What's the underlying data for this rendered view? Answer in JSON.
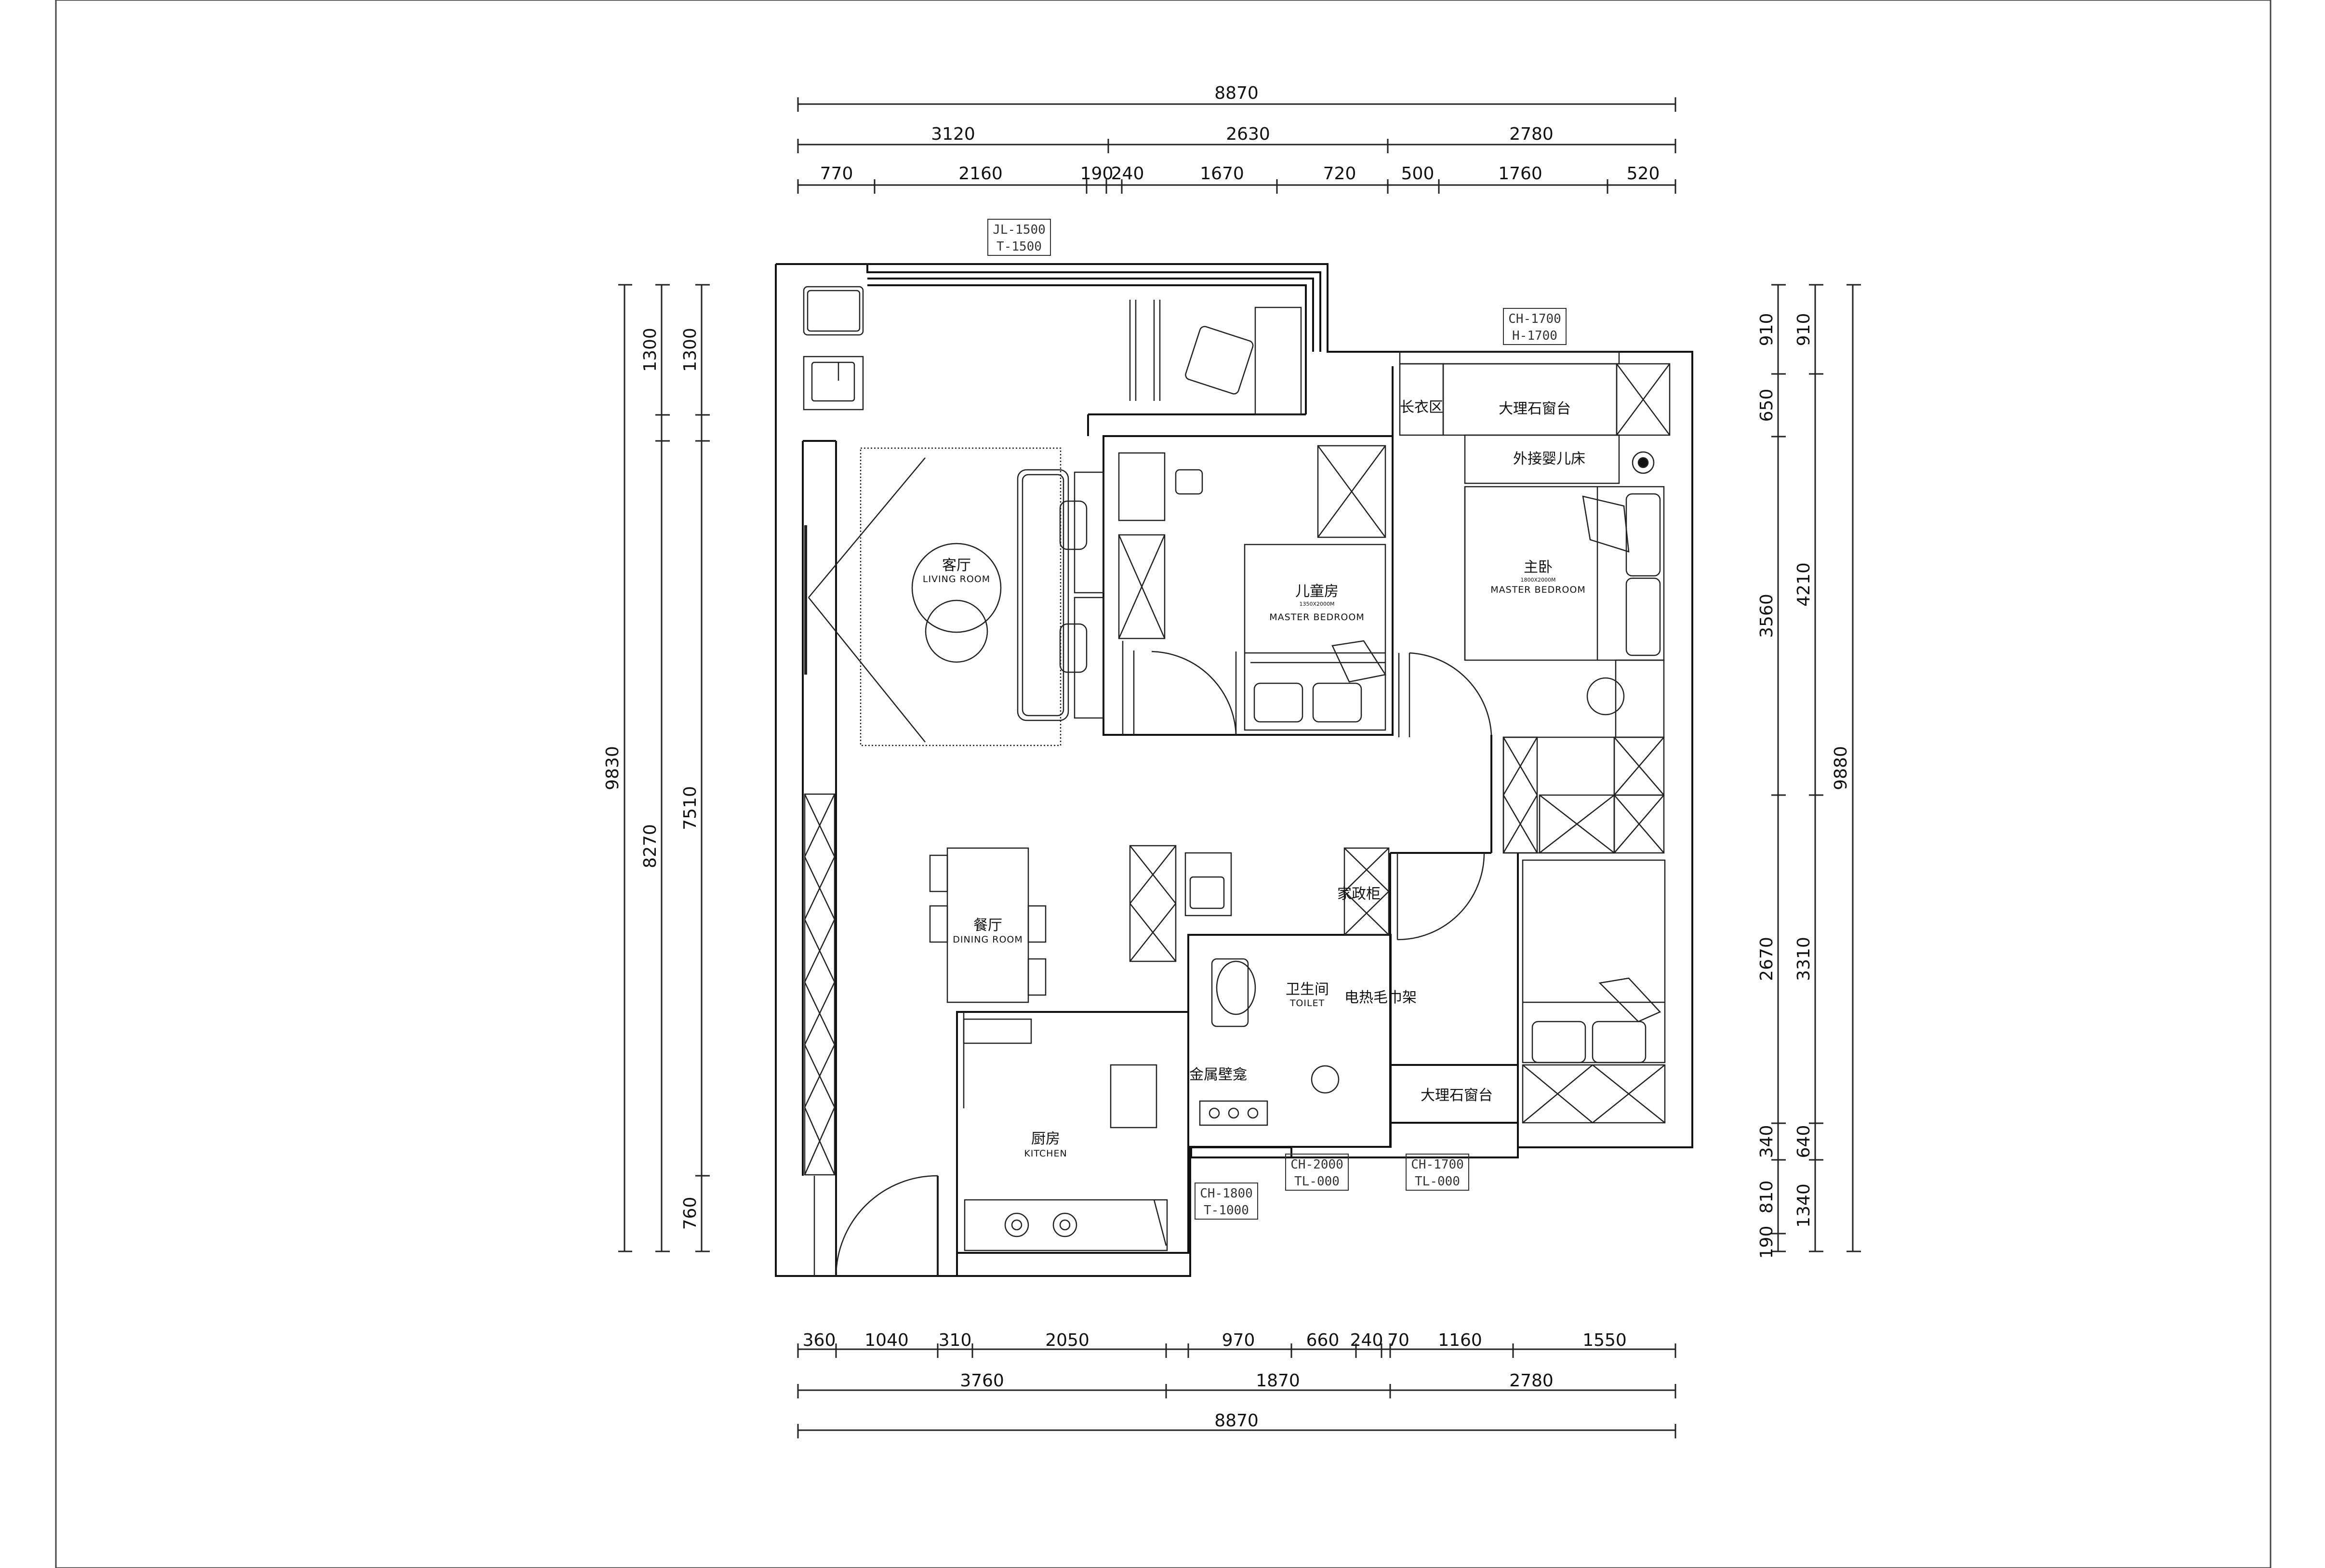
{
  "dimensions": {
    "top_total": "8870",
    "top_mid": [
      "3120",
      "2630",
      "2780"
    ],
    "top_detail": [
      "770",
      "2160",
      "190",
      "240",
      "1670",
      "720",
      "500",
      "1760",
      "520"
    ],
    "bottom_detail": [
      "360",
      "1040",
      "310",
      "2050",
      "970",
      "660",
      "240",
      "70",
      "1160",
      "1550"
    ],
    "bottom_mid": [
      "3760",
      "1870",
      "2780"
    ],
    "bottom_total": "8870",
    "left_outer": "9830",
    "left_mid": [
      "1300",
      "8270"
    ],
    "left_inner": [
      "1300",
      "7510",
      "760"
    ],
    "right_inner": [
      "910",
      "650",
      "3560",
      "2670",
      "340",
      "810",
      "190"
    ],
    "right_mid": [
      "910",
      "4210",
      "3310",
      "640",
      "1340"
    ],
    "right_outer": "9880"
  },
  "rooms": {
    "living": {
      "cn": "客厅",
      "en": "LIVING ROOM"
    },
    "kids": {
      "cn": "儿童房",
      "en": "MASTER BEDROOM",
      "size": "1350X2000M"
    },
    "master": {
      "cn": "主卧",
      "en": "MASTER BEDROOM",
      "size": "1800X2000M"
    },
    "dining": {
      "cn": "餐厅",
      "en": "DINING ROOM"
    },
    "toilet": {
      "cn": "卫生间",
      "en": "TOILET"
    },
    "kitchen": {
      "cn": "厨房",
      "en": "KITCHEN"
    }
  },
  "annotations": {
    "wardrobe_area": "长衣区",
    "marble_sill_top": "大理石窗台",
    "crib": "外接婴儿床",
    "housekeeping": "家政柜",
    "towel_rack": "电热毛巾架",
    "metal_niche": "金属壁龛",
    "marble_sill_bottom": "大理石窗台"
  },
  "window_tags": {
    "w1": [
      "JL-1500",
      "T-1500"
    ],
    "w2": [
      "CH-1700",
      "H-1700"
    ],
    "w3": [
      "CH-2000",
      "TL-000"
    ],
    "w4": [
      "CH-1700",
      "TL-000"
    ],
    "w5": [
      "CH-1800",
      "T-1000"
    ]
  }
}
